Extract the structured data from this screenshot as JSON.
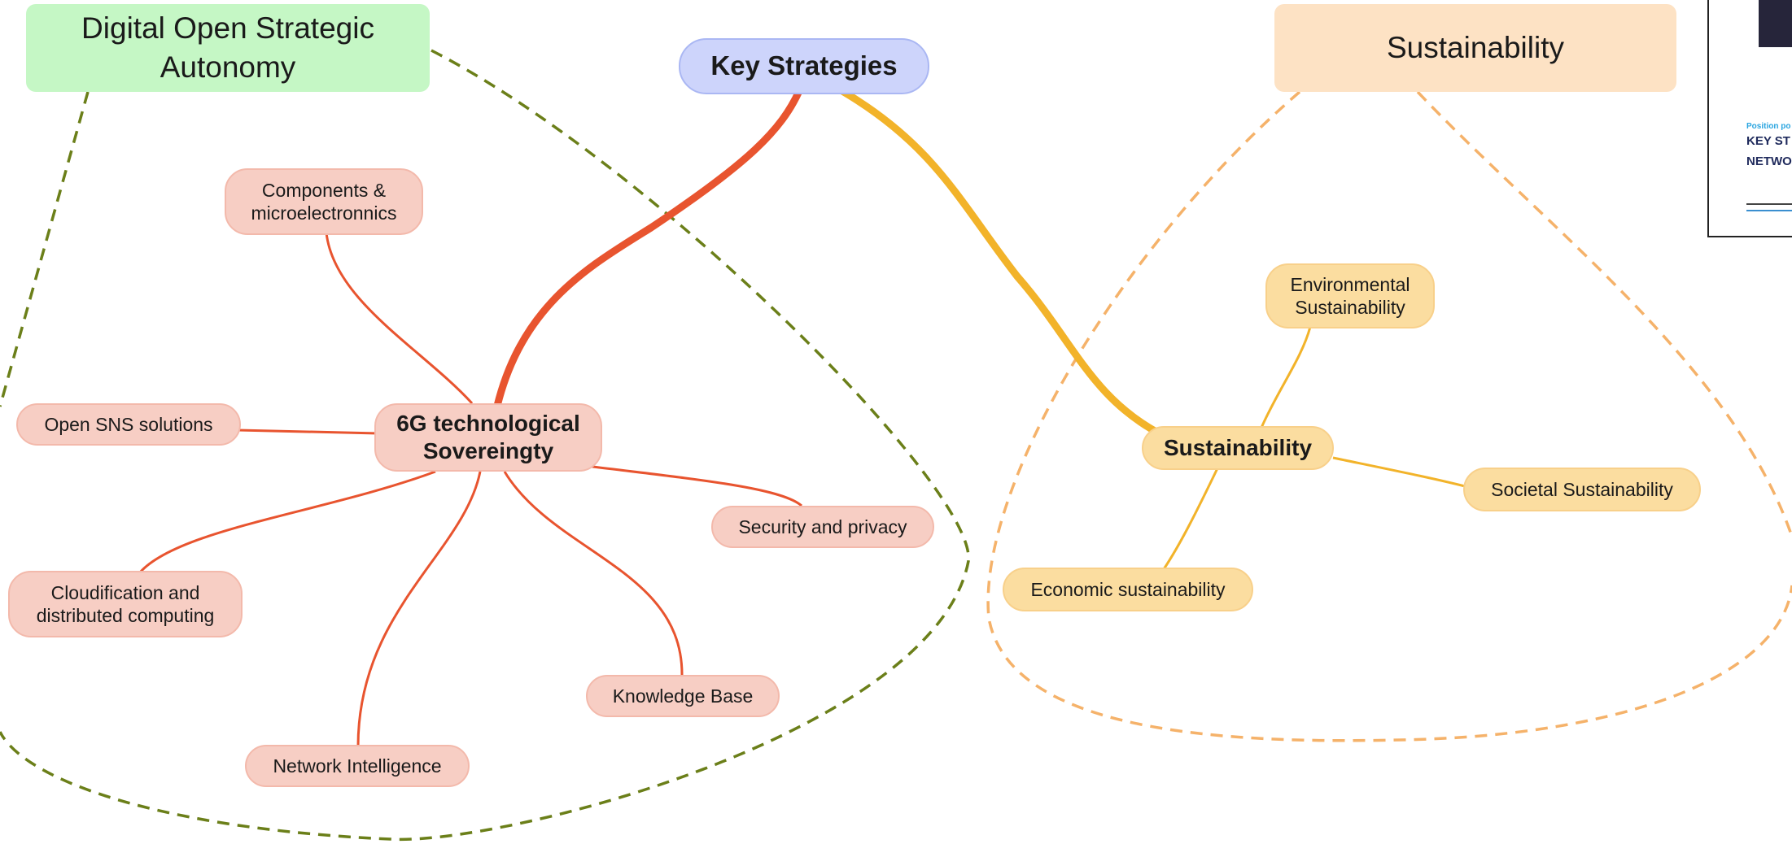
{
  "regions": {
    "left": {
      "label": "Digital Open Strategic Autonomy",
      "fill": "#c5f7c5",
      "outline": "#6b7f19"
    },
    "right": {
      "label": "Sustainability",
      "fill": "#fde2c4",
      "outline": "#f5b26a"
    }
  },
  "root": {
    "label": "Key Strategies",
    "fill": "#cdd4fb"
  },
  "branches": {
    "sovereignty": {
      "label": "6G technological Sovereingty",
      "color": "#e8542f",
      "children": {
        "components": "Components & microelectronnics",
        "open_sns": "Open SNS solutions",
        "cloudification": "Cloudification and distributed computing",
        "network_intelligence": "Network Intelligence",
        "knowledge_base": "Knowledge Base",
        "security": "Security and privacy"
      }
    },
    "sustainability": {
      "label": "Sustainability",
      "color": "#f2b32a",
      "children": {
        "environmental": "Environmental Sustainability",
        "societal": "Societal Sustainability",
        "economic": "Economic sustainability"
      }
    }
  },
  "doc_thumbnail": {
    "kicker": "Position po",
    "title_line_1": "KEY ST",
    "title_line_2": "NETWO"
  }
}
